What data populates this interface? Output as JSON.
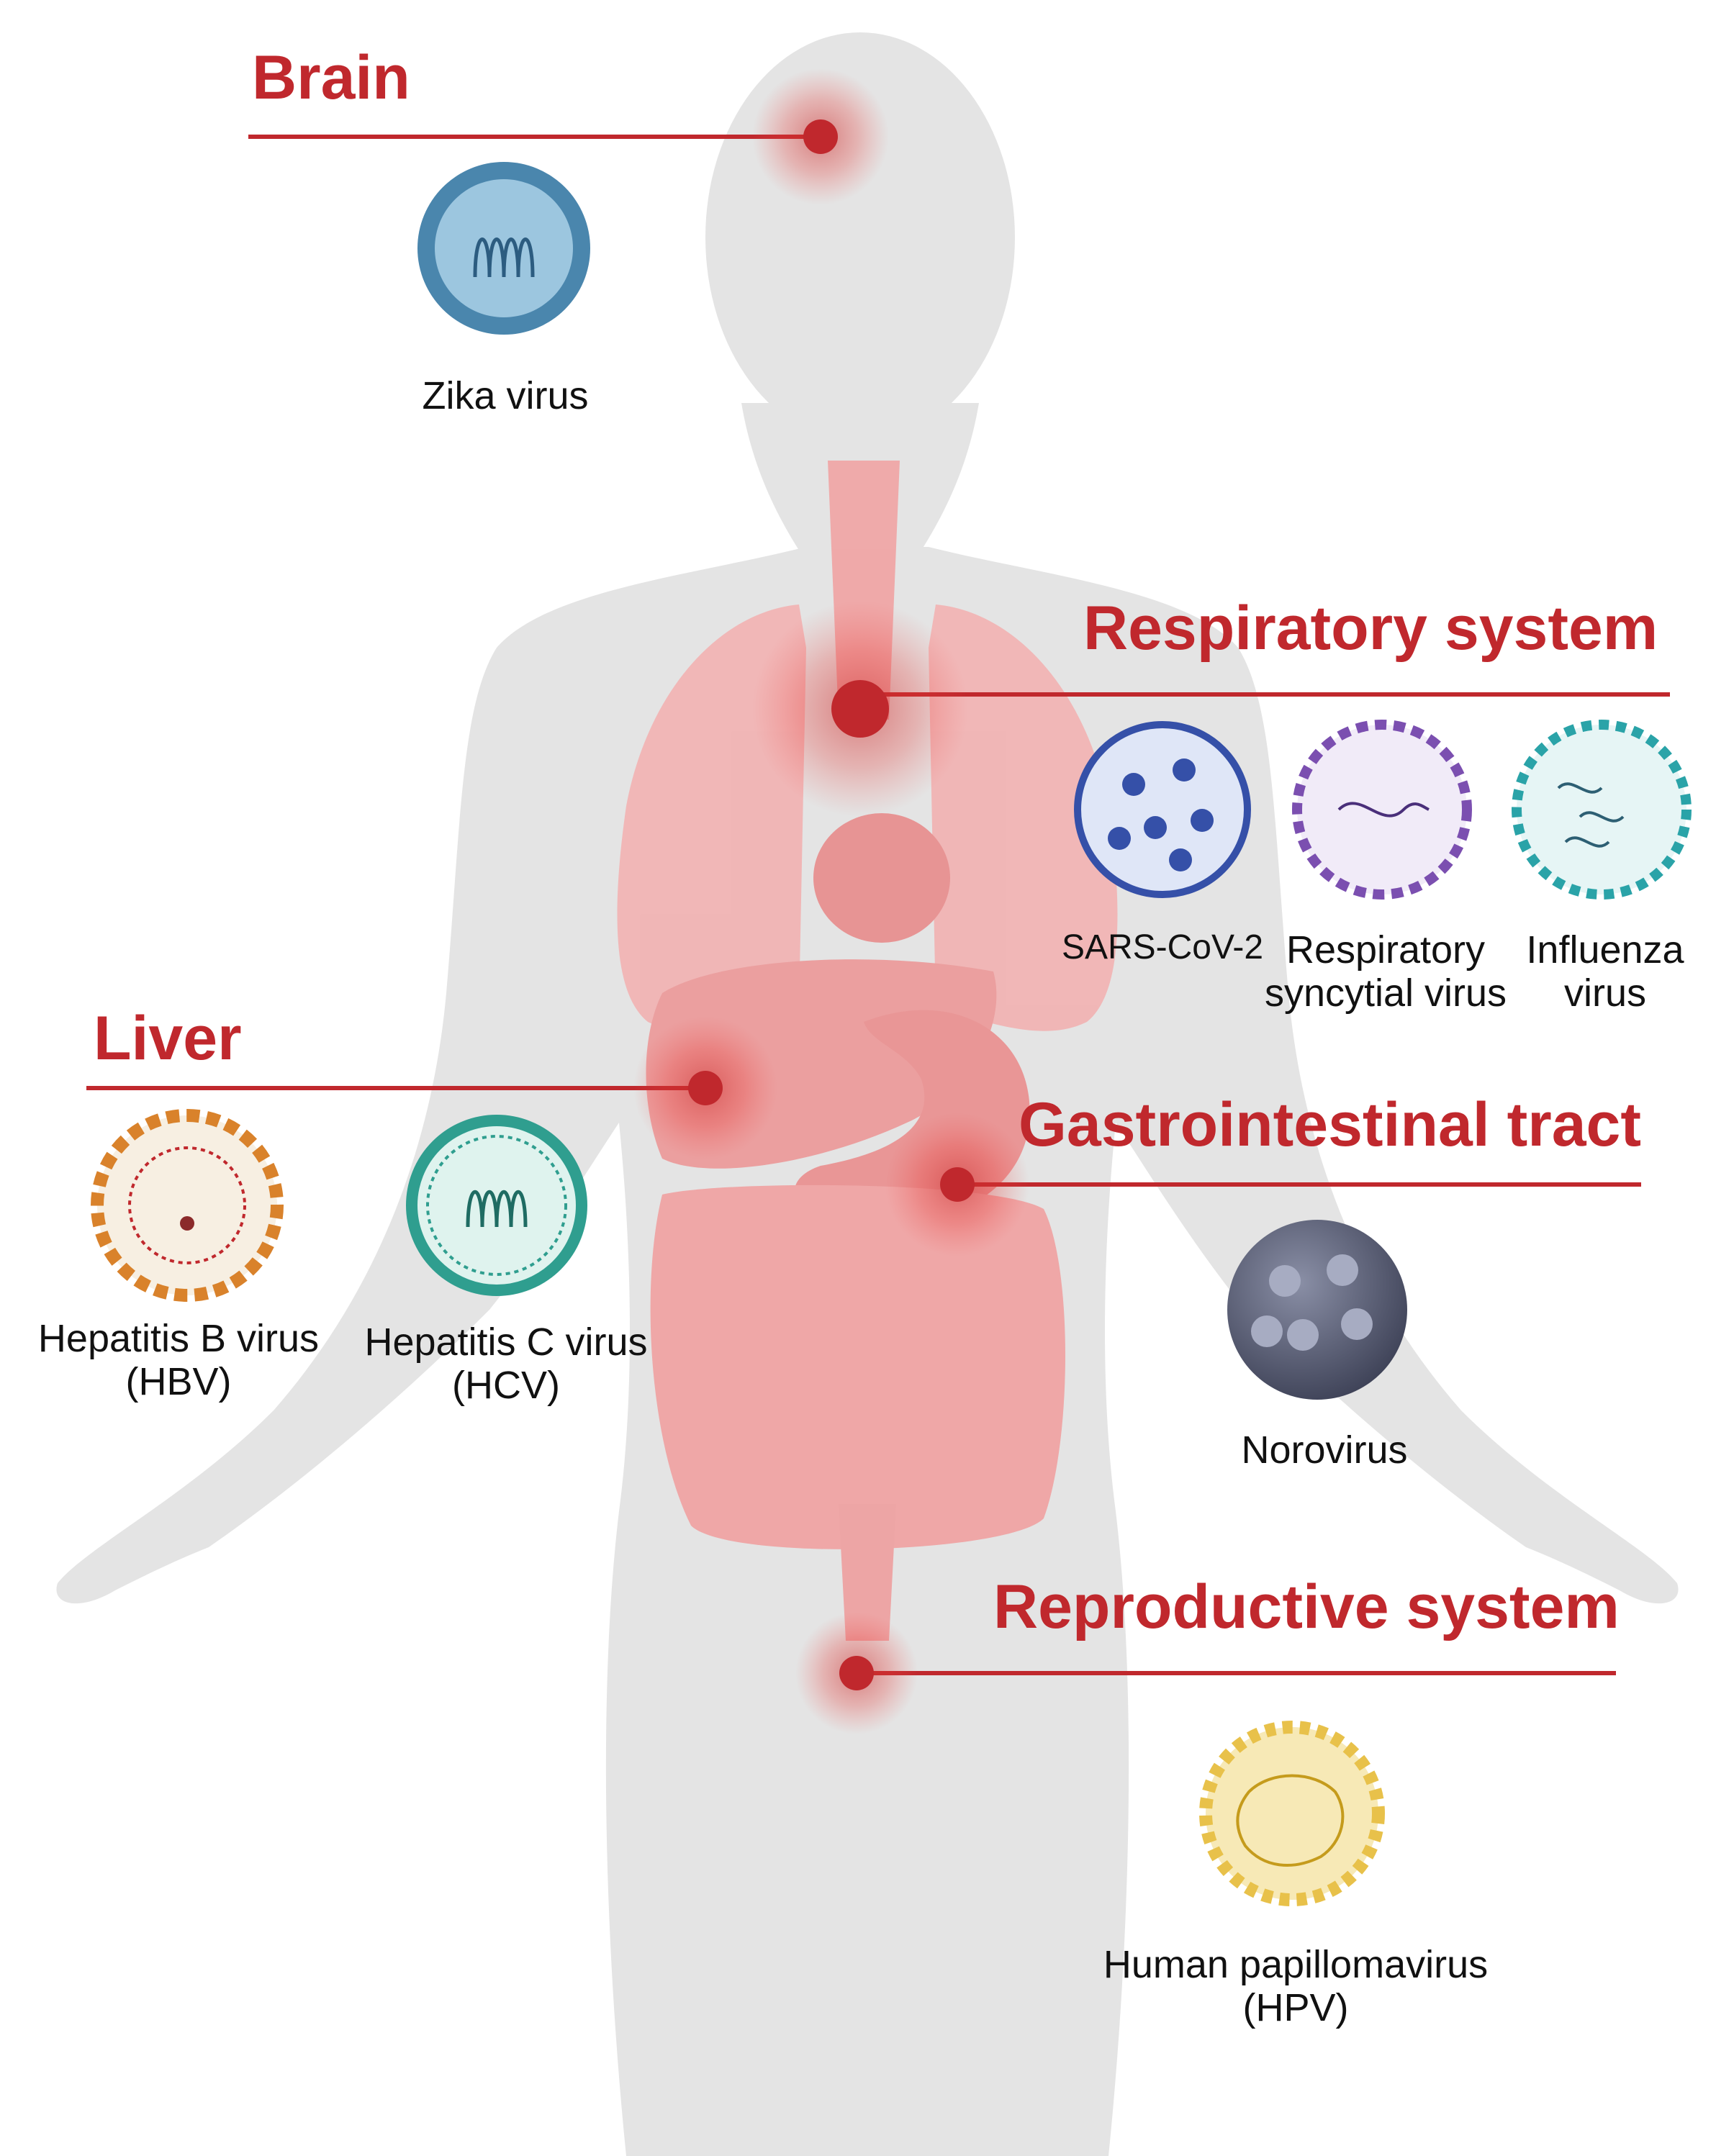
{
  "colors": {
    "accent_red": "#c0282d",
    "body_grey": "#e4e4e4",
    "organ_pink": "#ef9a9a",
    "hotspot_red": "#d32f2f",
    "text_dark": "#111111"
  },
  "systems": [
    {
      "id": "brain",
      "heading": "Brain"
    },
    {
      "id": "respiratory",
      "heading": "Respiratory system"
    },
    {
      "id": "liver",
      "heading": "Liver"
    },
    {
      "id": "gastrointestinal",
      "heading": "Gastrointestinal tract"
    },
    {
      "id": "reproductive",
      "heading": "Reproductive system"
    }
  ],
  "viruses": [
    {
      "id": "zika",
      "system": "brain",
      "icon": "zika-virus-icon",
      "color": "#3f7fa6",
      "lines": [
        "Zika virus"
      ]
    },
    {
      "id": "sars",
      "system": "respiratory",
      "icon": "sars-cov-2-icon",
      "color": "#3550a8",
      "lines": [
        "SARS-CoV-2"
      ]
    },
    {
      "id": "rsv",
      "system": "respiratory",
      "icon": "rsv-icon",
      "color": "#7b4fb0",
      "lines": [
        "Respiratory",
        "syncytial virus"
      ]
    },
    {
      "id": "influenza",
      "system": "respiratory",
      "icon": "influenza-virus-icon",
      "color": "#2aa3a8",
      "lines": [
        "Influenza",
        "virus"
      ]
    },
    {
      "id": "hbv",
      "system": "liver",
      "icon": "hepatitis-b-virus-icon",
      "color": "#d9822b",
      "lines": [
        "Hepatitis B virus",
        "(HBV)"
      ]
    },
    {
      "id": "hcv",
      "system": "liver",
      "icon": "hepatitis-c-virus-icon",
      "color": "#2f9e8f",
      "lines": [
        "Hepatitis C virus",
        "(HCV)"
      ]
    },
    {
      "id": "norovirus",
      "system": "gastrointestinal",
      "icon": "norovirus-icon",
      "color": "#5a5f78",
      "lines": [
        "Norovirus"
      ]
    },
    {
      "id": "hpv",
      "system": "reproductive",
      "icon": "human-papillomavirus-icon",
      "color": "#e8c14a",
      "lines": [
        "Human papillomavirus",
        "(HPV)"
      ]
    }
  ]
}
